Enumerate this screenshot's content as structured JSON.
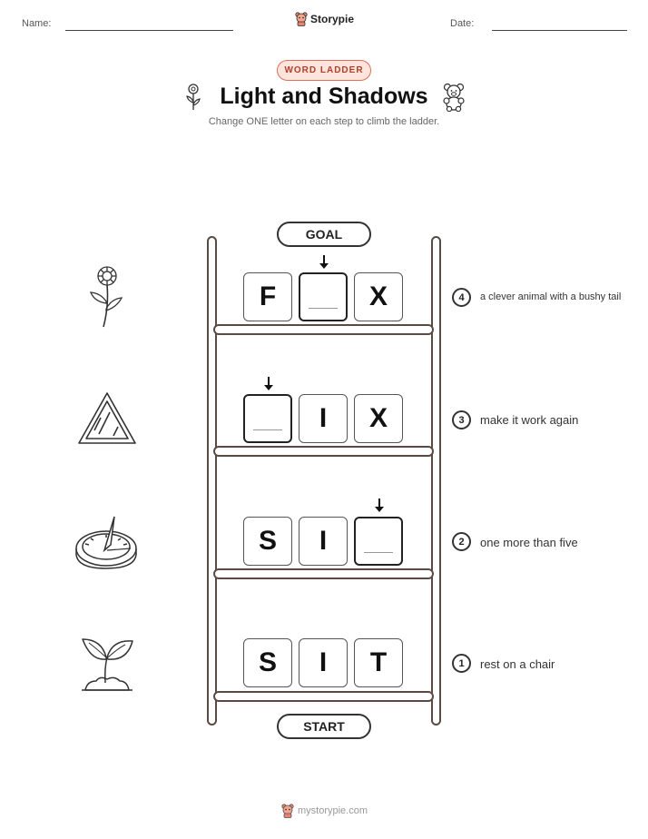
{
  "header": {
    "name_label": "Name:",
    "date_label": "Date:",
    "brand": "Storypie"
  },
  "badge": "WORD LADDER",
  "title": "Light and Shadows",
  "subtitle": "Change ONE letter on each step to climb the ladder.",
  "goal_label": "GOAL",
  "start_label": "START",
  "rungs": [
    {
      "number": "4",
      "letters": [
        "F",
        "",
        "X"
      ],
      "clue": "a clever animal with a bushy tail",
      "picture": "flower-icon"
    },
    {
      "number": "3",
      "letters": [
        "",
        "I",
        "X"
      ],
      "clue": "make it work again",
      "picture": "prism-icon"
    },
    {
      "number": "2",
      "letters": [
        "S",
        "I",
        ""
      ],
      "clue": "one more than five",
      "picture": "sundial-icon"
    },
    {
      "number": "1",
      "letters": [
        "S",
        "I",
        "T"
      ],
      "clue": "rest on a chair",
      "picture": "sprout-icon"
    }
  ],
  "footer": "mystorypie.com",
  "colors": {
    "badge_bg": "#fde4dc",
    "badge_border": "#e06f57",
    "badge_text": "#b0402c",
    "ladder": "#5a4a42"
  }
}
